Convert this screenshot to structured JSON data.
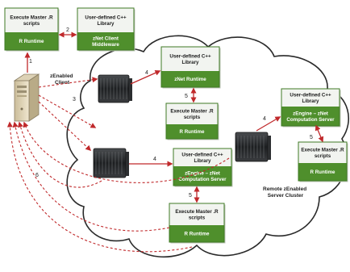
{
  "client": {
    "caption": [
      "zEnabled",
      "Client"
    ]
  },
  "cluster": {
    "caption": [
      "Remote zEnabled",
      "Server Cluster"
    ]
  },
  "boxes": {
    "client_script": {
      "top": [
        "Execute Master .R",
        "scripts"
      ],
      "bottom": [
        "R Runtime"
      ]
    },
    "client_cpp": {
      "top": [
        "User-defined C++",
        "Library"
      ],
      "bottom": [
        "zNet Client",
        "Middleware"
      ]
    },
    "server1_cpp": {
      "top": [
        "User-defined C++",
        "Library"
      ],
      "bottom": [
        "zNet Runtime"
      ]
    },
    "server1_script": {
      "top": [
        "Execute Master .R",
        "scripts"
      ],
      "bottom": [
        "R Runtime"
      ]
    },
    "server2_cpp": {
      "top": [
        "User-defined C++",
        "Library"
      ],
      "bottom": [
        "zEngine – zNet",
        "Computation Server"
      ]
    },
    "server2_script": {
      "top": [
        "Execute Master .R",
        "scripts"
      ],
      "bottom": [
        "R Runtime"
      ]
    },
    "server3_cpp": {
      "top": [
        "User-defined C++",
        "Library"
      ],
      "bottom": [
        "zEngine – zNet",
        "Computation Server"
      ]
    },
    "server3_script": {
      "top": [
        "Execute Master .R",
        "scripts"
      ],
      "bottom": [
        "R Runtime"
      ]
    }
  },
  "step_labels": {
    "step1": "1",
    "step2": "2",
    "step3": "3",
    "step4a": "4",
    "step4b": "4",
    "step4c": "4",
    "step5a": "5",
    "step5b": "5",
    "step5c": "5",
    "step6": "6"
  },
  "colors": {
    "box_top": "#f2f4f0",
    "box_bottom": "#4f8f2c",
    "box_border": "#3f7a24",
    "arrow": "#c0292b",
    "server_body": "#222426"
  }
}
